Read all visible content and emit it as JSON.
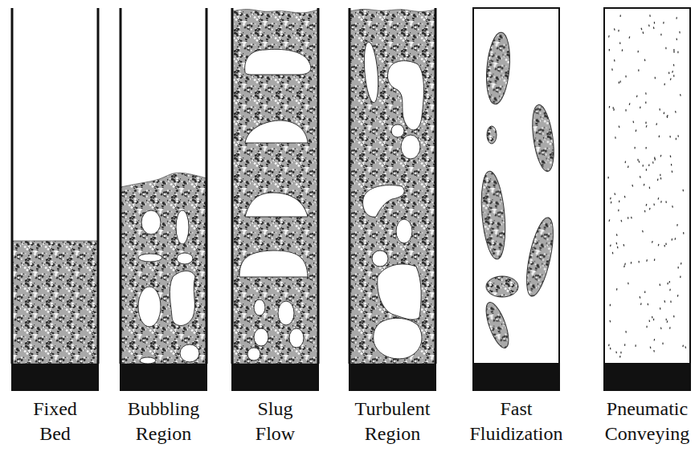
{
  "diagram": {
    "labels": [
      "Fixed Bed",
      "Bubbling Region",
      "Slug Flow",
      "Turbulent Region",
      "Fast Fluidization",
      "Pneumatic Conveying"
    ]
  }
}
